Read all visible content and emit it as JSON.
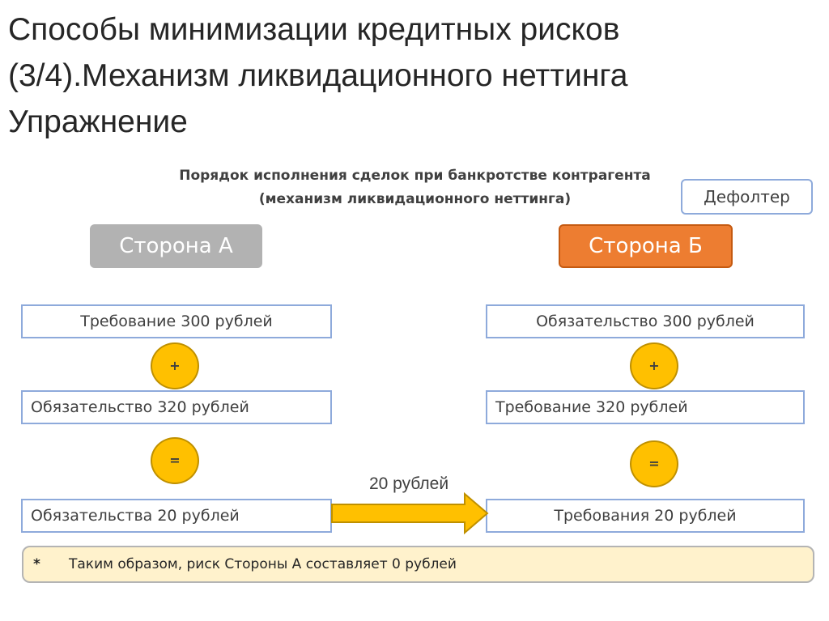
{
  "title": {
    "line1": "Способы минимизации кредитных рисков",
    "line2": "(3/4).Механизм ликвидационного неттинга",
    "line3": "Упражнение"
  },
  "diagram": {
    "heading_line1": "Порядок исполнения сделок при банкротстве контрагента",
    "heading_line2": "(механизм ликвидационного неттинга)",
    "defaulter_label": "Дефолтер",
    "party_a": {
      "label": "Сторона А",
      "row1": "Требование 300  рублей",
      "op1": "+",
      "row2": "Обязательство 320 рублей",
      "op2": "=",
      "row3": "Обязательства 20 рублей"
    },
    "party_b": {
      "label": "Сторона Б",
      "row1": "Обязательство 300 рублей",
      "op1": "+",
      "row2": "Требование 320 рублей",
      "op2": "=",
      "row3": "Требования 20 рублей"
    },
    "transfer_label": "20 рублей",
    "note_bullet": "*",
    "note_text": "Таким образом, риск Стороны А составляет 0 рублей"
  },
  "colors": {
    "party_a_fill": "#b2b2b2",
    "party_b_fill": "#ed7d31",
    "operator_fill": "#ffc000",
    "box_border": "#8eaadb",
    "note_fill": "#fff2cc"
  },
  "icons": {
    "transfer_arrow": "arrow-right-icon"
  }
}
